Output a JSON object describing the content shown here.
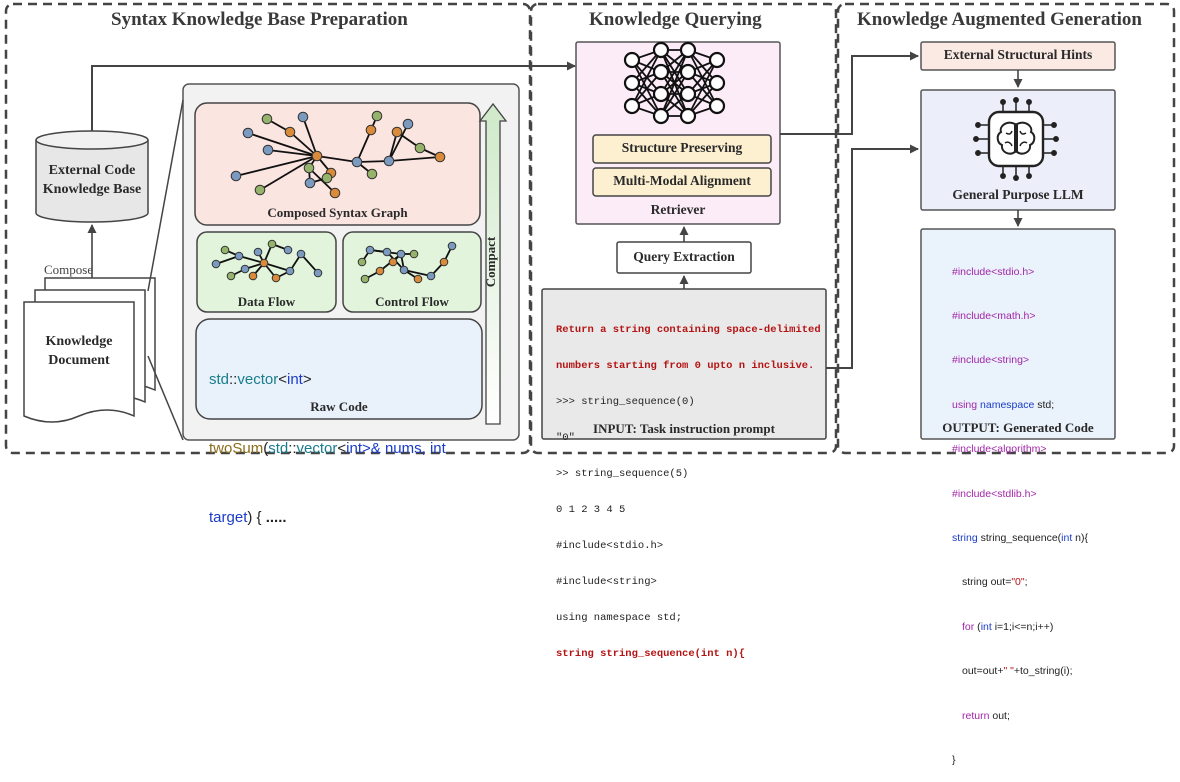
{
  "sections": {
    "left_title": "Syntax  Knowledge Base Preparation",
    "mid_title": "Knowledge Querying",
    "right_title": "Knowledge Augmented Generation"
  },
  "left": {
    "kb_line1": "External Code",
    "kb_line2": "Knowledge Base",
    "compose_label": "Compose",
    "doc_line1": "Knowledge",
    "doc_line2": "Document",
    "graph_label": "Composed Syntax Graph",
    "dataflow_label": "Data Flow",
    "controlflow_label": "Control Flow",
    "compact_label": "Compact",
    "raw_label": "Raw Code",
    "raw_code": {
      "l1_a": "std",
      "l1_b": "::",
      "l1_c": "vector",
      "l1_d": "<",
      "l1_e": "int",
      "l1_f": ">",
      "l2_a": "twoSum",
      "l2_b": "(",
      "l2_c": "std",
      "l2_d": "::",
      "l2_e": "vector",
      "l2_f": "<",
      "l2_g": "int",
      "l2_h": ">& nums, ",
      "l2_i": "int",
      "l3_a": "target",
      "l3_b": ") { ",
      "l3_c": "....."
    }
  },
  "middle": {
    "structure_label": "Structure Preserving",
    "multimodal_label": "Multi-Modal Alignment",
    "retriever_label": "Retriever",
    "query_label": "Query Extraction",
    "prompt_lines": [
      "Return a string containing space-delimited",
      "numbers starting from 0 upto n inclusive.",
      ">>> string_sequence(0)",
      "\"0\"",
      ">> string_sequence(5)",
      "0 1 2 3 4 5",
      "#include<stdio.h>",
      "#include<string>",
      "using namespace std;",
      "string string_sequence(int n){"
    ],
    "input_label": "INPUT: Task instruction prompt"
  },
  "right": {
    "hints_label": "External Structural Hints",
    "llm_label": "General Purpose LLM",
    "output_label": "OUTPUT: Generated Code",
    "gen_code": {
      "inc1": "#include<stdio.h>",
      "inc2": "#include<math.h>",
      "inc3": "#include<string>",
      "using_kw": "using",
      "ns_kw": "namespace",
      "std_rest": " std;",
      "inc4": "#include<algorithm>",
      "inc5": "#include<stdlib.h>",
      "sig_type": "string",
      "sig_name": " string_sequence(",
      "sig_int": "int",
      "sig_end": " n){",
      "l8_a": "string out=",
      "l8_b": "\"0\"",
      "l8_c": ";",
      "l9_for": "for",
      "l9_b": " (",
      "l9_int": "int",
      "l9_c": " i=1;i<=n;i++)",
      "l10_a": "out=out+",
      "l10_b": "\" \"",
      "l10_c": "+to_string(i);",
      "l11_ret": "return",
      "l11_b": " out;",
      "l12": "}"
    }
  },
  "colors": {
    "graph_bg": "#fbe5e1",
    "flow_bg": "#e2f5dc",
    "raw_bg": "#e9f1fb",
    "retriever_bg": "#fcecf8",
    "chip_bg": "#fdf0d0",
    "hints_bg": "#fbe9e3",
    "llm_bg": "#eceef9",
    "gen_bg": "#eaf2fb",
    "prompt_bg": "#e9e9e9",
    "node_blue": "#7b9ac0",
    "node_orange": "#d98a3b",
    "node_green": "#95b36a",
    "purple_kw": "#a126a8",
    "blue_kw": "#1a3cc8"
  }
}
